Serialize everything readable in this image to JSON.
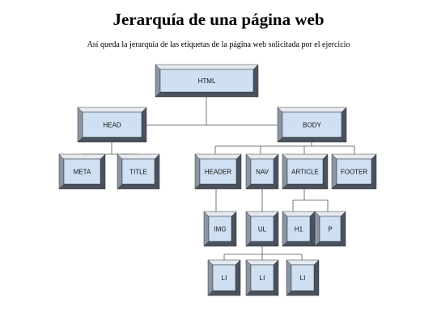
{
  "title": "Jerarquía de una página web",
  "subtitle": "Así queda la jerarquía de las etiquetas de la página web solicitada por el ejercicio",
  "colors": {
    "face": "#cfe0f2",
    "bevel_light": "#e6ebf1",
    "bevel_dark": "#4a5260",
    "bevel_side": "#8b95a3",
    "connector": "#555555"
  },
  "nodes": {
    "html": "HTML",
    "head": "HEAD",
    "body": "BODY",
    "meta": "META",
    "title": "TITLE",
    "header": "HEADER",
    "nav": "NAV",
    "article": "ARTICLE",
    "footer": "FOOTER",
    "img": "IMG",
    "ul": "UL",
    "h1": "H1",
    "p": "P",
    "li1": "LI",
    "li2": "LI",
    "li3": "LI"
  }
}
